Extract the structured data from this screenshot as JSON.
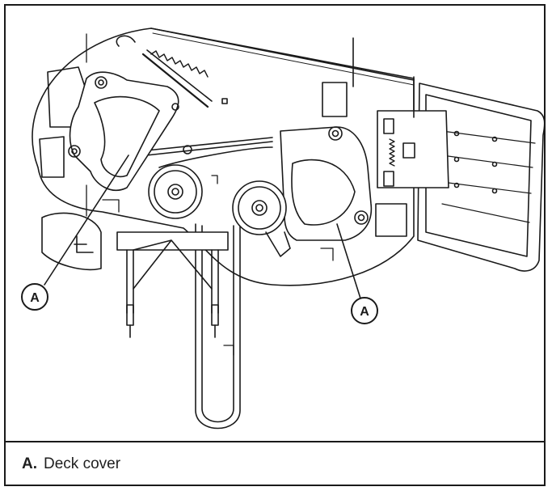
{
  "figure": {
    "callouts": [
      {
        "letter": "A"
      },
      {
        "letter": "A"
      }
    ]
  },
  "legend": {
    "items": [
      {
        "key": "A.",
        "text": "Deck cover"
      }
    ]
  },
  "colors": {
    "line": "#1a1a1a",
    "fill": "#ffffff",
    "shade": "#d9d9d9"
  }
}
